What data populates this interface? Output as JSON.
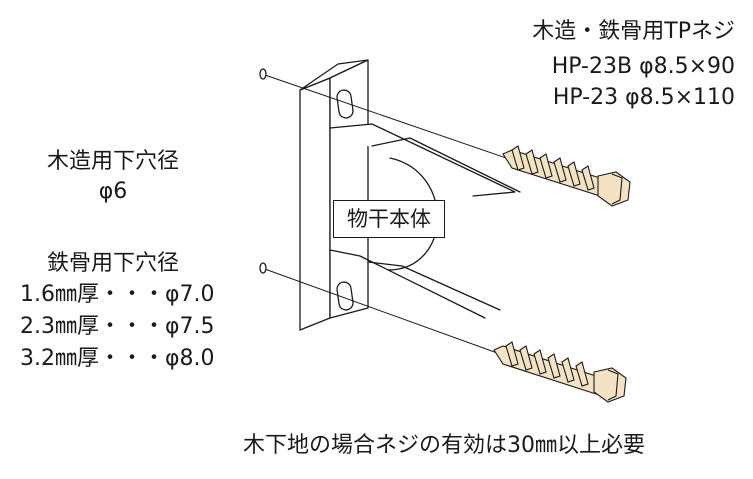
{
  "screw_spec": {
    "title": "木造・鉄骨用TPネジ",
    "line1": "HP-23B φ8.5×90",
    "line2": "HP-23 φ8.5×110"
  },
  "wood_hole": {
    "title": "木造用下穴径",
    "value": "φ6"
  },
  "steel_hole": {
    "title": "鉄骨用下穴径",
    "rows": [
      "1.6㎜厚・・・φ7.0",
      "2.3㎜厚・・・φ7.5",
      "3.2㎜厚・・・φ8.0"
    ]
  },
  "body_label": "物干本体",
  "footer_note": "木下地の場合ネジの有効は30㎜以上必要",
  "colors": {
    "line": "#1a1a1a",
    "screw_fill": "#f4e2c4",
    "background": "#ffffff"
  }
}
